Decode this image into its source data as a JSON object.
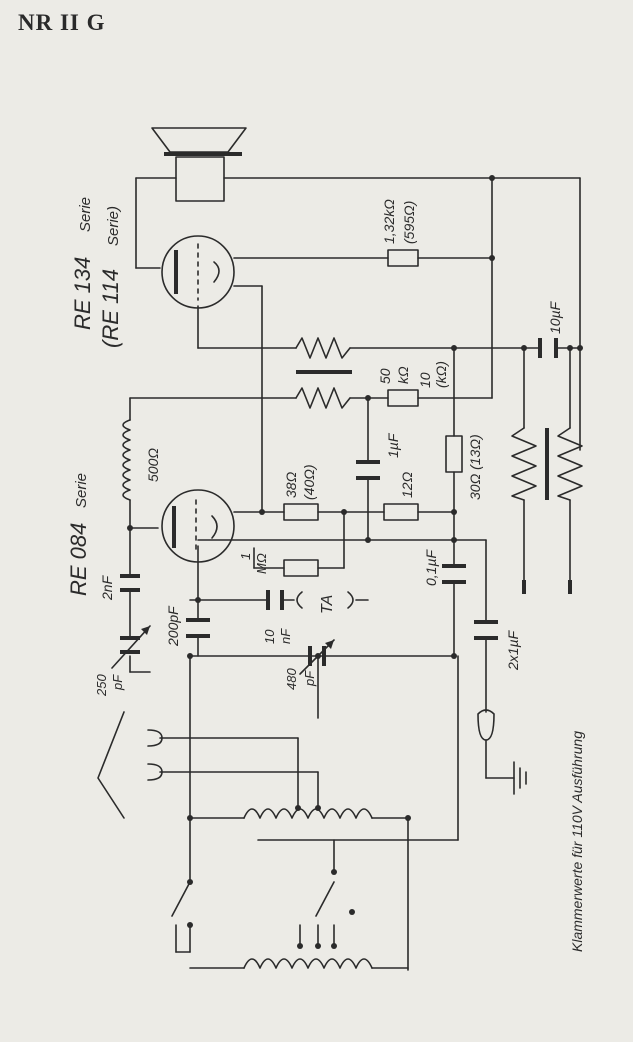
{
  "title": "NR II G",
  "tubes": {
    "output_model": "RE 134",
    "output_suffix": "Serie",
    "output_alt_model": "(RE 114",
    "output_alt_suffix": "Serie)",
    "detector_model": "RE 084",
    "detector_suffix": "Serie"
  },
  "labels": {
    "r_132k": "1,32kΩ",
    "r_595": "(595Ω)",
    "c_10uF": "10µF",
    "r_50k": "50",
    "r_50k_unit": "kΩ",
    "r_10k": "10",
    "r_10k_unit": "(kΩ)",
    "c_1uF": "1µF",
    "r_38": "38Ω",
    "r_40": "(40Ω)",
    "r_12": "12Ω",
    "r_30": "30Ω (13Ω)",
    "l_500": "500Ω",
    "r_1M_top": "1",
    "r_1M": "MΩ",
    "c_01uF": "0,1µF",
    "ta": "TA",
    "c_2nF": "2nF",
    "c_200pF": "200pF",
    "c_10nF_top": "10",
    "c_10nF": "nF",
    "c_480pF_top": "480",
    "c_480pF": "pF",
    "c_250pF_top": "250",
    "c_250pF": "pF",
    "c_2x1uF": "2x1µF",
    "footnote": "Klammerwerte für 110V Ausführung"
  }
}
